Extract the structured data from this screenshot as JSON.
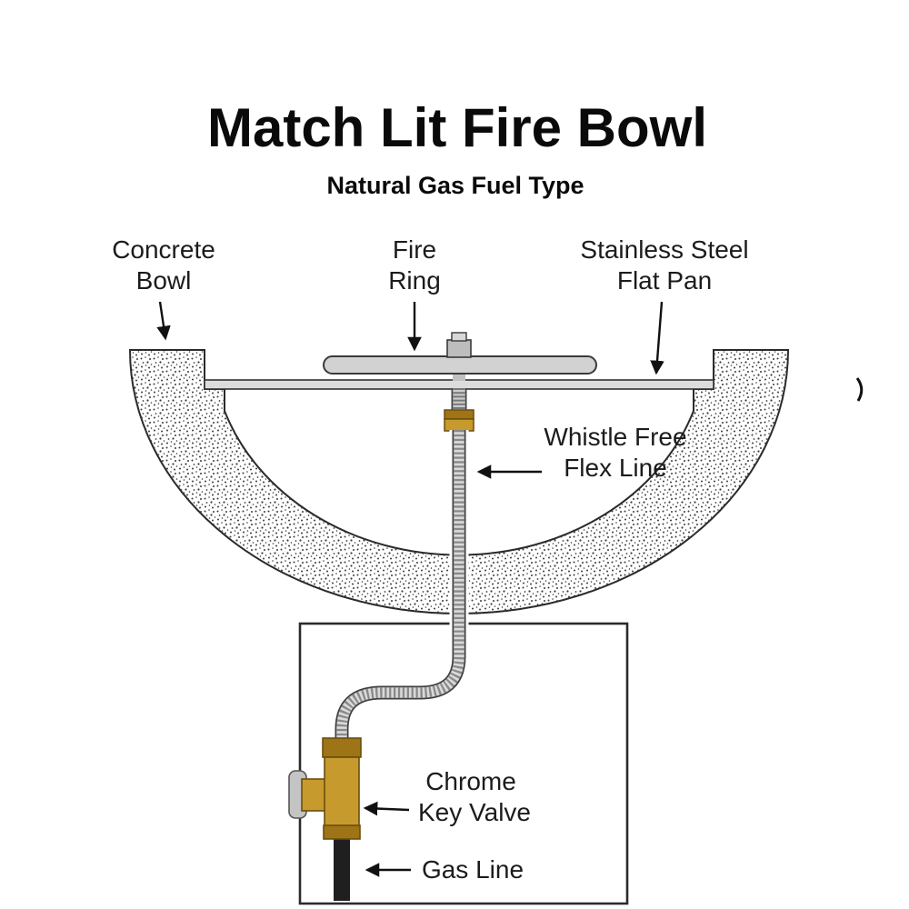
{
  "title": "Match Lit Fire Bowl",
  "subtitle": "Natural Gas Fuel Type",
  "labels": {
    "concrete_bowl": [
      "Concrete",
      "Bowl"
    ],
    "fire_ring": [
      "Fire",
      "Ring"
    ],
    "flat_pan": [
      "Stainless Steel",
      "Flat Pan"
    ],
    "flex_line": [
      "Whistle Free",
      "Flex Line"
    ],
    "key_valve": [
      "Chrome",
      "Key Valve"
    ],
    "gas_line": [
      "Gas Line"
    ]
  },
  "colors": {
    "brass": "#C79A2E",
    "brass_dark": "#9E7417",
    "metal": "#D2D2D2",
    "gas_line": "#1F1F1F",
    "outline": "#2A2A2A"
  }
}
